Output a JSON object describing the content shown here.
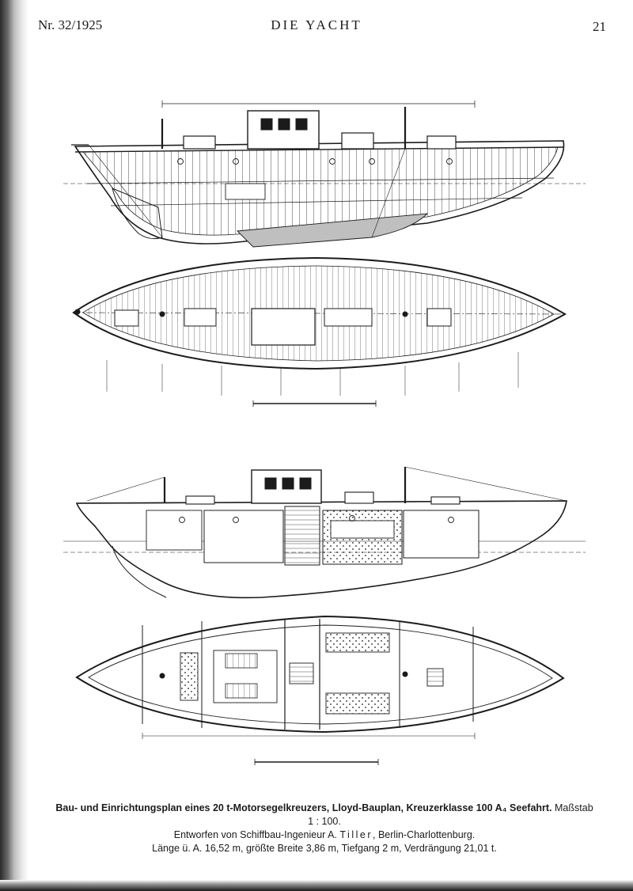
{
  "header": {
    "issue": "Nr. 32/1925",
    "magazine": "DIE YACHT",
    "page_number": "21"
  },
  "caption": {
    "title": "Bau- und Einrichtungsplan eines 20 t-Motorsegelkreuzers, Lloyd-Bauplan, Kreuzerklasse 100 A₄ Seefahrt.",
    "scale": "Maßstab 1 : 100.",
    "designer_prefix": "Entworfen von Schiffbau-Ingenieur A.",
    "designer_name": "Tiller",
    "designer_suffix": ", Berlin-Charlottenburg.",
    "dimensions": "Länge ü. A. 16,52 m, größte Breite 3,86 m, Tiefgang 2 m, Verdrängung 21,01 t."
  },
  "drawings": {
    "construction_profile": "construction-profile-drawing",
    "construction_deck_plan": "construction-deck-plan-drawing",
    "arrangement_profile": "arrangement-profile-drawing",
    "arrangement_plan": "arrangement-plan-drawing"
  },
  "colors": {
    "ink": "#1b1b1b",
    "paper": "#ffffff",
    "shade": "#bfbfbf"
  }
}
